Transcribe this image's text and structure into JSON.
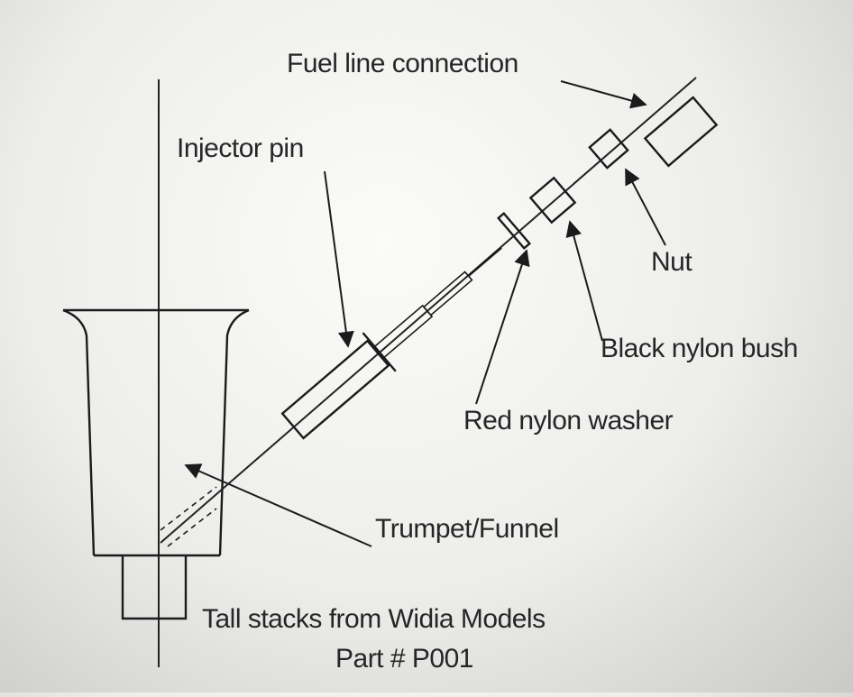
{
  "labels": {
    "fuel_line_connection": "Fuel line connection",
    "injector_pin": "Injector pin",
    "nut": "Nut",
    "black_nylon_bush": "Black nylon bush",
    "red_nylon_washer": "Red nylon washer",
    "trumpet_funnel": "Trumpet/Funnel",
    "caption_line1": "Tall stacks from Widia Models",
    "caption_line2": "Part # P001"
  },
  "colors": {
    "ink": "#1b1b1b",
    "paper": "#ededeb"
  }
}
